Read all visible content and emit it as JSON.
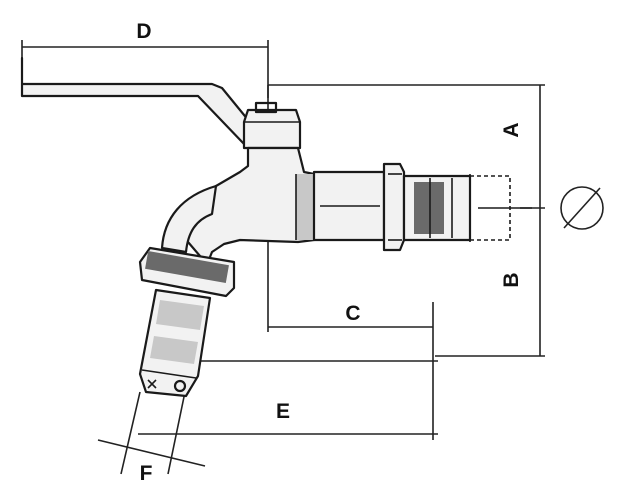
{
  "diagram": {
    "labels": {
      "A": "A",
      "B": "B",
      "C": "C",
      "D": "D",
      "E": "E",
      "F": "F",
      "diameter": "Ø"
    },
    "colors": {
      "line": "#1a1a1a",
      "fill": "#f2f2f2",
      "shade": "#c8c8c8"
    }
  }
}
